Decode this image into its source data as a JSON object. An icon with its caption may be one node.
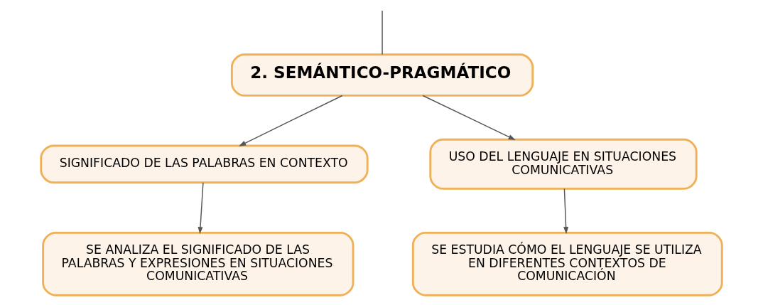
{
  "diagram": {
    "nodes": [
      {
        "text": [
          "2. SEMÁNTICO-PRAGMÁTICO"
        ]
      },
      {
        "text": [
          "SIGNIFICADO DE LAS PALABRAS EN CONTEXTO"
        ]
      },
      {
        "text": [
          "USO DEL LENGUAJE EN SITUACIONES COMUNICATIVAS"
        ]
      },
      {
        "text": [
          "SE ANALIZA EL SIGNIFICADO DE LAS PALABRAS Y EXPRESIONES EN SITUACIONES COMUNICATIVAS"
        ]
      },
      {
        "text": [
          "SE ESTUDIA CÓMO EL LENGUAJE SE UTILIZA EN DIFERENTES CONTEXTOS DE COMUNICACIÓN"
        ]
      }
    ],
    "edges": [
      {
        "from": null,
        "to": 0,
        "arrow": "none"
      },
      {
        "from": 0,
        "to": 1,
        "arrow": "to"
      },
      {
        "from": 0,
        "to": 2,
        "arrow": "to"
      },
      {
        "from": 1,
        "to": 3,
        "arrow": "to"
      },
      {
        "from": 2,
        "to": 4,
        "arrow": "to"
      }
    ]
  }
}
